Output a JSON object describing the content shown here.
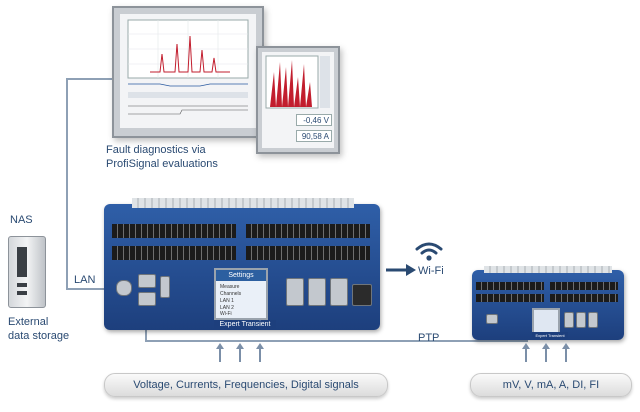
{
  "labels": {
    "fault_line1": "Fault diagnostics via",
    "fault_line2": "ProfiSignal evaluations",
    "nas": "NAS",
    "external_line1": "External",
    "external_line2": "data storage",
    "lan": "LAN",
    "wifi": "Wi-Fi",
    "ptp": "PTP"
  },
  "main_device": {
    "lcd_title": "Settings",
    "menu_items": [
      "Measure",
      "Channels",
      "LAN 1",
      "LAN 2",
      "Wi-Fi"
    ],
    "name": "Expert Transient"
  },
  "small_device": {
    "name": "Expert Transient"
  },
  "readouts": [
    {
      "value": "-0,46",
      "unit": "V"
    },
    {
      "value": "90,58",
      "unit": "A"
    }
  ],
  "inputs": {
    "main": "Voltage, Currents, Frequencies, Digital signals",
    "small": "mV, V, mA, A, DI, FI"
  },
  "colors": {
    "device_blue": "#2a5aa0",
    "label_blue": "#2a4a72",
    "trace_red": "#c21e2e"
  }
}
